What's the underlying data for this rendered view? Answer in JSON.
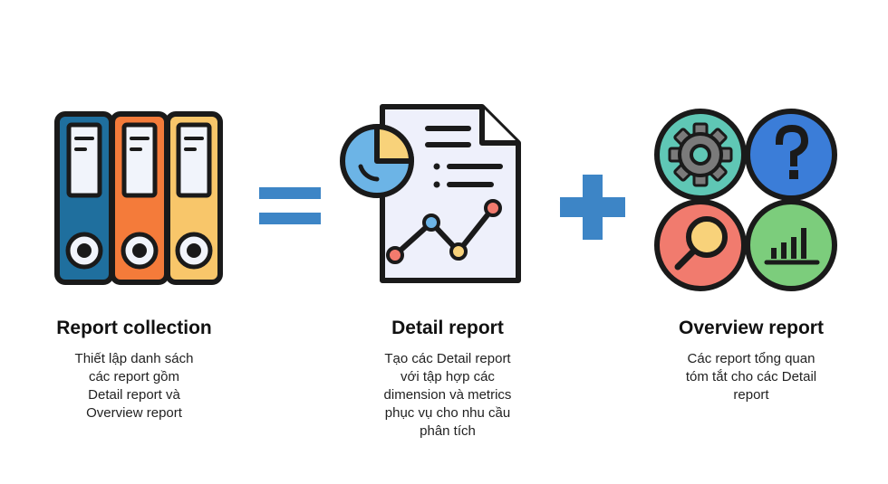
{
  "colors": {
    "outline": "#1a1a1a",
    "binder_blue": "#1f6f9e",
    "binder_orange": "#f47b3a",
    "binder_yellow": "#f8c66a",
    "operator_blue": "#3d85c6",
    "gear_circle": "#5fc7b5",
    "question_circle": "#3b7dd8",
    "search_circle": "#f17b6e",
    "chart_circle": "#7ccd7c",
    "pie_blue": "#6cb4e6",
    "pie_yellow": "#f8d27a",
    "page_fill": "#eef0fb"
  },
  "icons": {
    "left": "binders-icon",
    "equals": "equals-icon",
    "middle": "report-document-icon",
    "plus": "plus-icon",
    "right": "overview-grid-icon"
  },
  "sections": {
    "collection": {
      "title": "Report collection",
      "description": "Thiết lập danh sách\ncác report gồm\nDetail report và\nOverview report"
    },
    "detail": {
      "title": "Detail report",
      "description": "Tạo các Detail report\nvới tập hợp các\ndimension và metrics\nphục vụ cho nhu cầu\nphân tích"
    },
    "overview": {
      "title": "Overview report",
      "description": "Các report tổng quan\ntóm tắt cho các Detail\nreport"
    }
  }
}
